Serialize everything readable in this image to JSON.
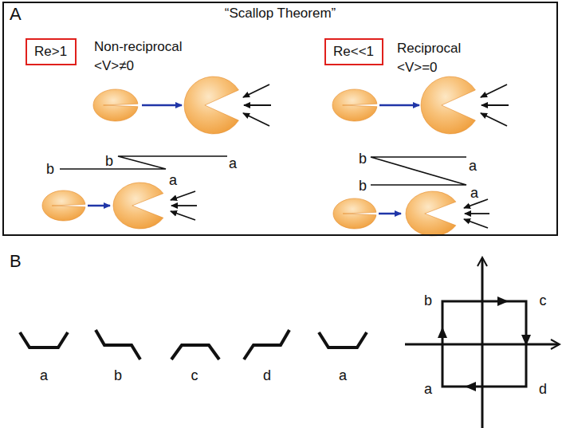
{
  "diagram": {
    "nodes": [
      {
        "text": [
          "“Scallop Theorem”"
        ]
      },
      {
        "text": [
          "Re>1"
        ],
        "in": 0
      },
      {
        "text": [
          "Re<<1"
        ],
        "in": 0
      }
    ],
    "labels": [
      "A",
      "Non-reciprocal",
      "<V>≠0",
      "Reciprocal",
      "<V>=0",
      "b",
      "a",
      "b",
      "a",
      "b",
      "a",
      "b",
      "a",
      "B",
      "a",
      "b",
      "c",
      "d",
      "a",
      "b",
      "c",
      "a",
      "d"
    ]
  }
}
